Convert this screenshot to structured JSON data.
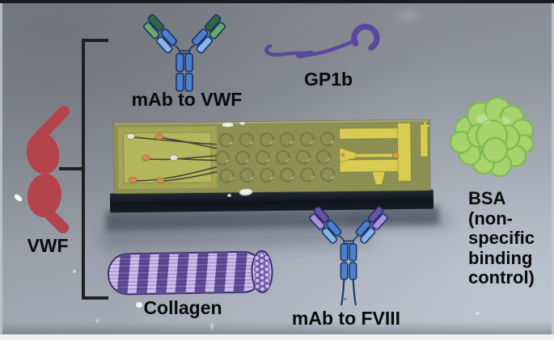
{
  "diagram": {
    "description": "Biosensor chip functionalization schematic over a photo of a microfluidic chip",
    "molecules": {
      "mab_vwf": {
        "label": "mAb to VWF"
      },
      "gp1b": {
        "label": "GP1b"
      },
      "vwf": {
        "label": "VWF"
      },
      "collagen": {
        "label": "Collagen"
      },
      "mab_fviii": {
        "label": "mAb to FVIII"
      },
      "bsa": {
        "label": "BSA\n(non-\nspecific\nbinding\ncontrol)"
      }
    },
    "colors": {
      "ab_blue": "#4d7fd0",
      "ab_lightblue": "#8ab4ec",
      "ab_outline": "#1c3566",
      "tip_green_light": "#68aa68",
      "tip_green_dark": "#2d6a44",
      "tip_purple_light": "#b28ede",
      "tip_purple_dark": "#6f4fa8",
      "gp1b_purple": "#5a479f",
      "vwf_red": "#b4434a",
      "col_light": "#cbbaec",
      "col_dark": "#5f4b97",
      "col_outline": "#3c2d6b",
      "bsa_green": "#a6d36e",
      "bsa_outline": "#7fba4b",
      "chip_olive": "#8c9053",
      "chip_pad": "#b5b75f",
      "chip_gold": "#d8cc52",
      "bracket": "#1f1f1f",
      "label": "#0a0a0a"
    }
  }
}
